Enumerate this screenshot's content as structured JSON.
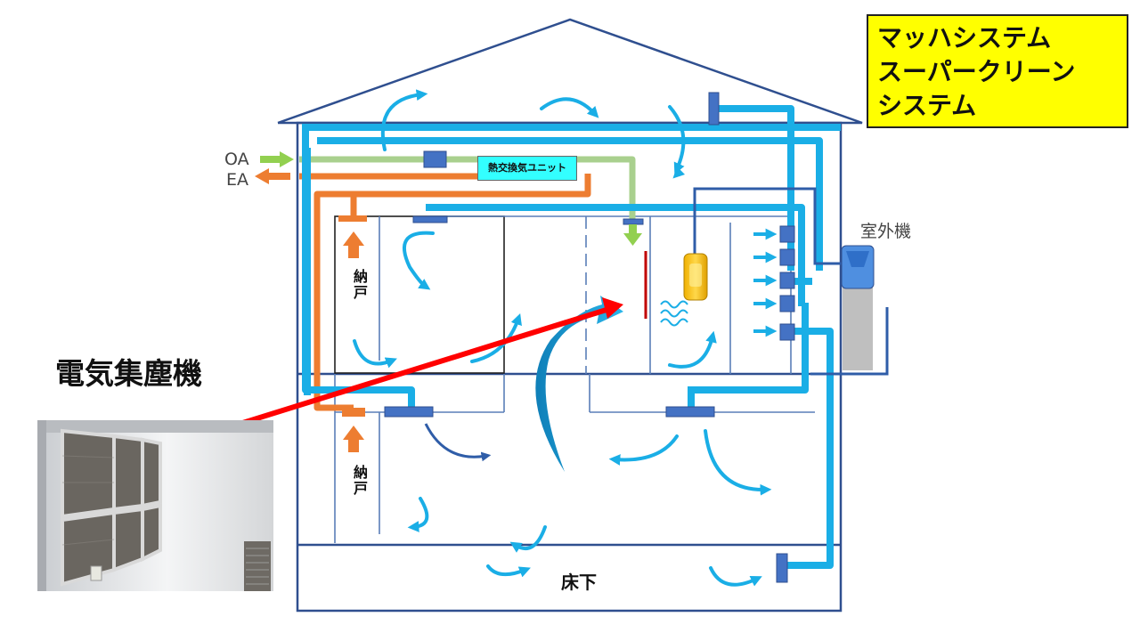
{
  "title": {
    "lines": [
      "マッハシステム",
      "スーパークリーン",
      "システム"
    ]
  },
  "side_label": "電気集塵機",
  "labels": {
    "oa": "OA",
    "ea": "EA",
    "outdoor_unit": "室外機",
    "hex_unit": "熱交換気ユニット",
    "closet_upper": "納戸",
    "closet_lower": "納戸",
    "underfloor": "床下"
  },
  "colors": {
    "duct_blue": "#1aaee6",
    "fresh_green": "#92d050",
    "exhaust_orange": "#ed7d31",
    "outline_blue": "#2f4f8f",
    "register_blue": "#4472c4",
    "arrow_red": "#ff0000",
    "title_bg": "#ffff00"
  }
}
